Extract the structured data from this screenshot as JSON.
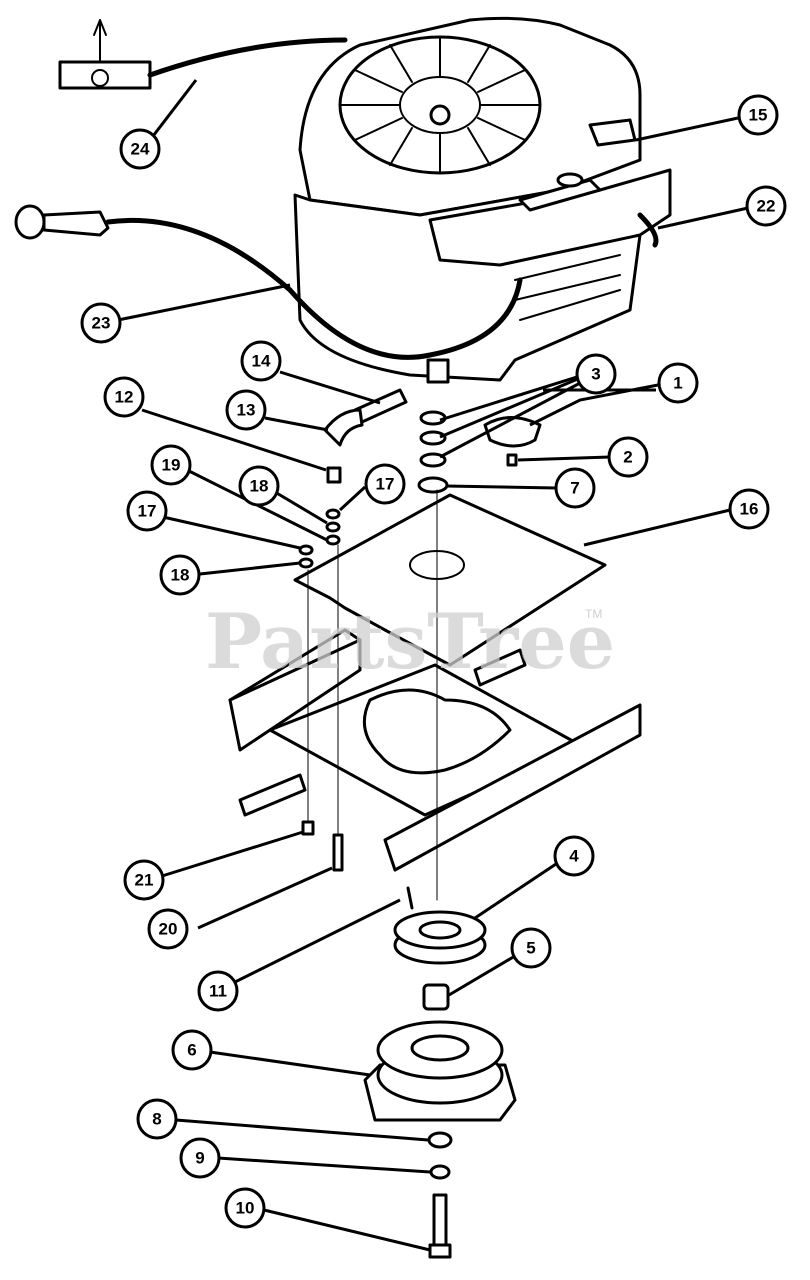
{
  "watermark": {
    "text": "PartsTree",
    "trademark": "TM"
  },
  "callouts": [
    {
      "id": "callout-1",
      "label": "1"
    },
    {
      "id": "callout-2",
      "label": "2"
    },
    {
      "id": "callout-3",
      "label": "3"
    },
    {
      "id": "callout-4",
      "label": "4"
    },
    {
      "id": "callout-5",
      "label": "5"
    },
    {
      "id": "callout-6",
      "label": "6"
    },
    {
      "id": "callout-7",
      "label": "7"
    },
    {
      "id": "callout-8",
      "label": "8"
    },
    {
      "id": "callout-9",
      "label": "9"
    },
    {
      "id": "callout-10",
      "label": "10"
    },
    {
      "id": "callout-11",
      "label": "11"
    },
    {
      "id": "callout-12",
      "label": "12"
    },
    {
      "id": "callout-13",
      "label": "13"
    },
    {
      "id": "callout-14",
      "label": "14"
    },
    {
      "id": "callout-15",
      "label": "15"
    },
    {
      "id": "callout-16",
      "label": "16"
    },
    {
      "id": "callout-17a",
      "label": "17"
    },
    {
      "id": "callout-17b",
      "label": "17"
    },
    {
      "id": "callout-18a",
      "label": "18"
    },
    {
      "id": "callout-18b",
      "label": "18"
    },
    {
      "id": "callout-19",
      "label": "19"
    },
    {
      "id": "callout-20",
      "label": "20"
    },
    {
      "id": "callout-21",
      "label": "21"
    },
    {
      "id": "callout-22",
      "label": "22"
    },
    {
      "id": "callout-23",
      "label": "23"
    },
    {
      "id": "callout-24",
      "label": "24"
    }
  ]
}
